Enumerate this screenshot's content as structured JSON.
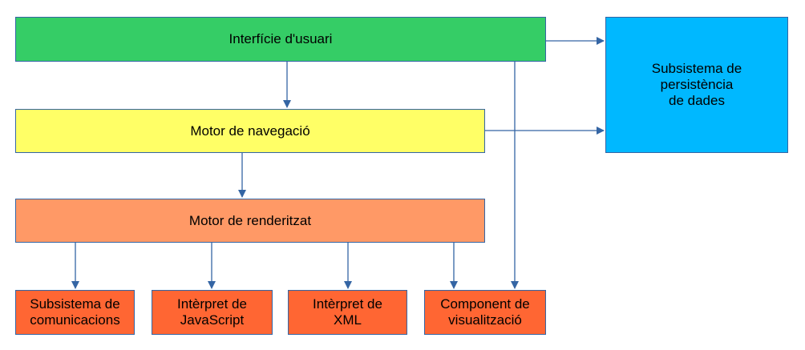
{
  "colors": {
    "ui": "#35cd66",
    "nav": "#ffff66",
    "render": "#ff9966",
    "persistence": "#00b8ff",
    "leaf": "#ff6633",
    "arrow": "#3465a4"
  },
  "boxes": {
    "user_interface": "Interfície d'usuari",
    "browser_engine": "Motor de navegació",
    "rendering_engine": "Motor de renderitzat",
    "persistence": "Subsistema de\npersistència\nde dades",
    "networking": "Subsistema de\ncomunicacions",
    "javascript_interpreter": "Intèrpret de\nJavaScript",
    "xml_interpreter": "Intèrpret de\nXML",
    "display_backend": "Component de\nvisualització"
  }
}
